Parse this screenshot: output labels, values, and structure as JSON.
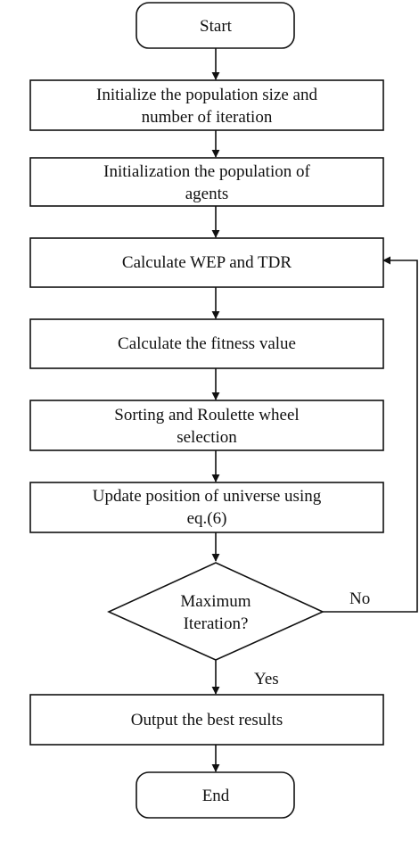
{
  "flowchart": {
    "start": "Start",
    "step_init_size": [
      "Initialize the population size and",
      "number of iteration"
    ],
    "step_init_agents": [
      "Initialization the population of",
      "agents"
    ],
    "step_calc_wep_tdr": [
      "Calculate WEP and TDR"
    ],
    "step_calc_fitness": [
      "Calculate the fitness value"
    ],
    "step_sorting": [
      "Sorting and Roulette wheel",
      "selection"
    ],
    "step_update": [
      "Update position of universe using",
      "eq.(6)"
    ],
    "decision": [
      "Maximum",
      "Iteration?"
    ],
    "label_no": "No",
    "label_yes": "Yes",
    "step_output": [
      "Output the best results"
    ],
    "end": "End"
  }
}
